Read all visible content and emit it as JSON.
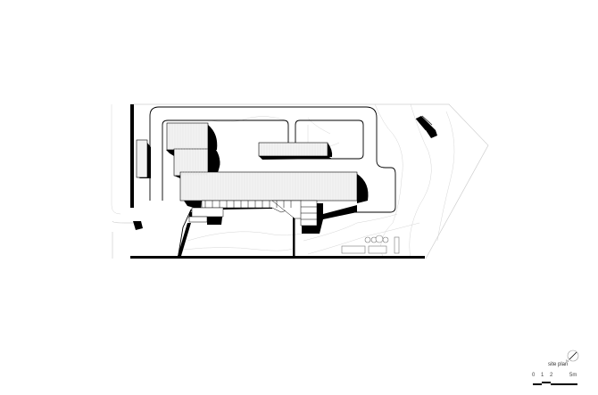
{
  "drawing": {
    "title": "site plan",
    "north_label": "N",
    "scale_bar": {
      "ticks": [
        "0",
        "1",
        "2",
        "5m"
      ]
    },
    "colors": {
      "ink": "#000000",
      "roof_fill": "#f2f2f2",
      "contour": "#cfcfcf"
    }
  }
}
